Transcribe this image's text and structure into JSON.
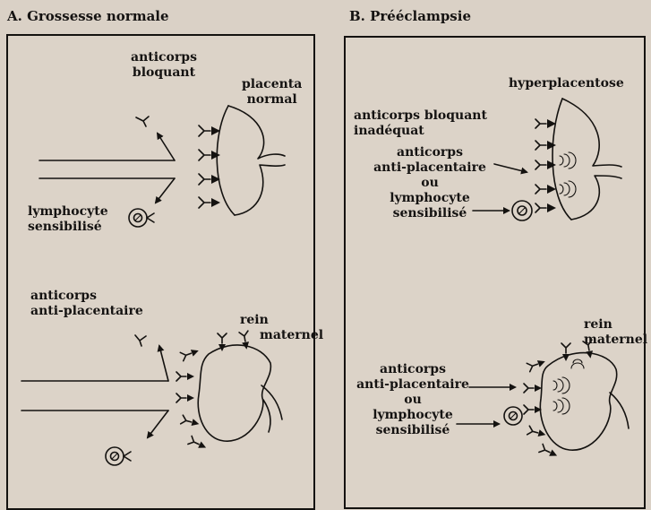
{
  "panel_a": {
    "title": "A. Grossesse normale",
    "label_anticorps_bloquant_1": "anticorps",
    "label_anticorps_bloquant_2": "bloquant",
    "label_placenta_1": "placenta",
    "label_placenta_2": "normal",
    "label_lymphocyte_1": "lymphocyte",
    "label_lymphocyte_2": "sensibilisé",
    "label_anti_plac_1": "anticorps",
    "label_anti_plac_2": "anti-placentaire",
    "label_rein_1": "rein",
    "label_rein_2": "maternel"
  },
  "panel_b": {
    "title": "B. Prééclampsie",
    "label_hyper": "hyperplacentose",
    "label_bloq_1": "anticorps bloquant",
    "label_bloq_2": "inadéquat",
    "label_ap_1": "anticorps",
    "label_ap_2": "anti-placentaire",
    "label_ou": "ou",
    "label_lympho_1": "lymphocyte",
    "label_lympho_2": "sensibilisé",
    "label_rein_1": "rein",
    "label_rein_2": "maternel",
    "label_ap2_1": "anticorps",
    "label_ap2_2": "anti-placentaire",
    "label_ou2": "ou",
    "label_lympho2_1": "lymphocyte",
    "label_lympho2_2": "sensibilisé"
  }
}
